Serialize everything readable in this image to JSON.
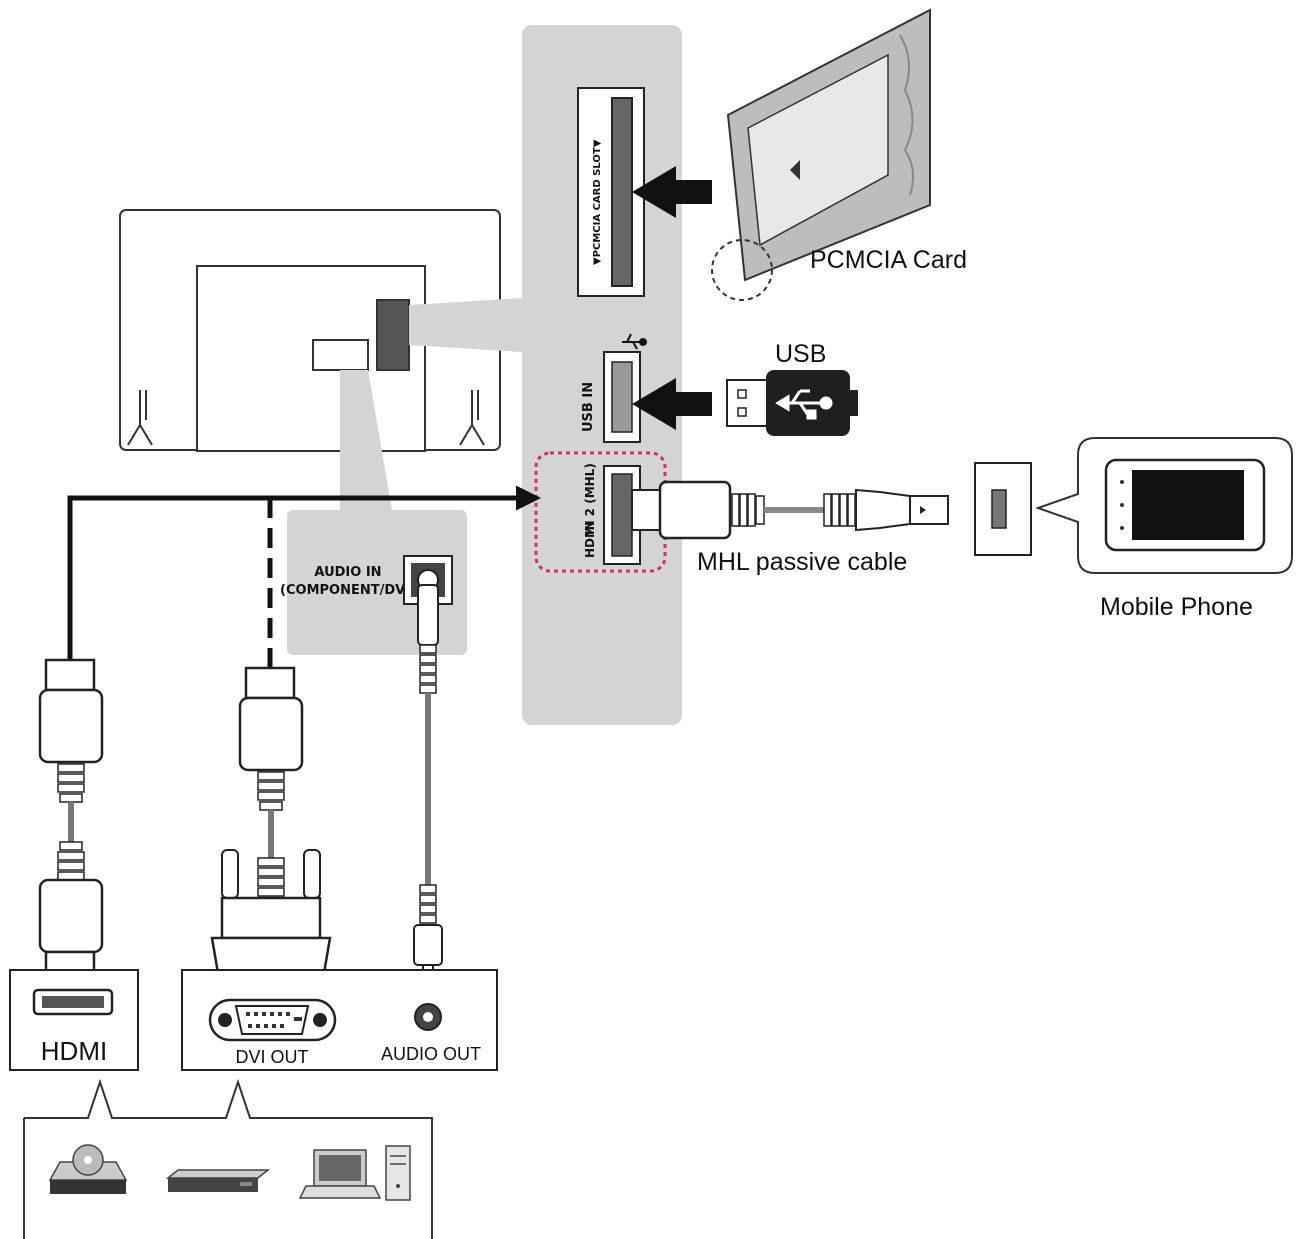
{
  "labels": {
    "pcmcia_card": "PCMCIA Card",
    "usb": "USB",
    "mhl_cable": "MHL passive cable",
    "mobile_phone": "Mobile Phone",
    "hdmi": "HDMI",
    "dvi_out": "DVI OUT",
    "audio_out": "AUDIO OUT"
  },
  "panel": {
    "pcmcia_slot": "▼PCMCIA CARD SLOT▼",
    "usb_in": "USB IN",
    "hdmi_in_2": "IN 2 (MHL)",
    "audio_in_line1": "AUDIO IN",
    "audio_in_line2": "(COMPONENT/DVI)"
  },
  "colors": {
    "panel_gray": "#d4d4d4",
    "highlight_dash": "#cc3366",
    "stroke": "#1a1a1a"
  },
  "icons": [
    "tv-back-icon",
    "pcmcia-card-icon",
    "usb-stick-icon",
    "usb-symbol-icon",
    "mobile-phone-icon",
    "disc-player-icon",
    "set-top-box-icon",
    "laptop-pc-icon"
  ]
}
